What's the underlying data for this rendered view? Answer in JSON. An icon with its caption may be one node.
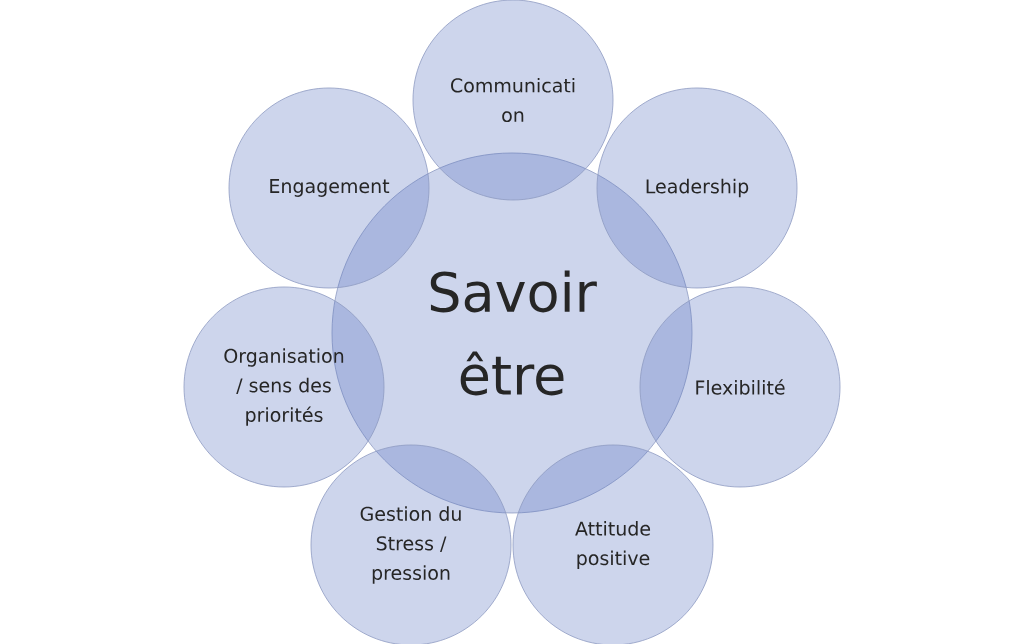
{
  "diagram": {
    "nodes": [
      {
        "text": [
          "Savoir être"
        ]
      },
      {
        "text": [
          "Communicati on"
        ]
      },
      {
        "text": [
          "Leadership"
        ]
      },
      {
        "text": [
          "Flexibilité"
        ]
      },
      {
        "text": [
          "Attitude positive"
        ]
      },
      {
        "text": [
          "Gestion du Stress / pression"
        ]
      },
      {
        "text": [
          "Organisation / sens des priorités"
        ]
      },
      {
        "text": [
          "Engagement"
        ]
      }
    ]
  }
}
